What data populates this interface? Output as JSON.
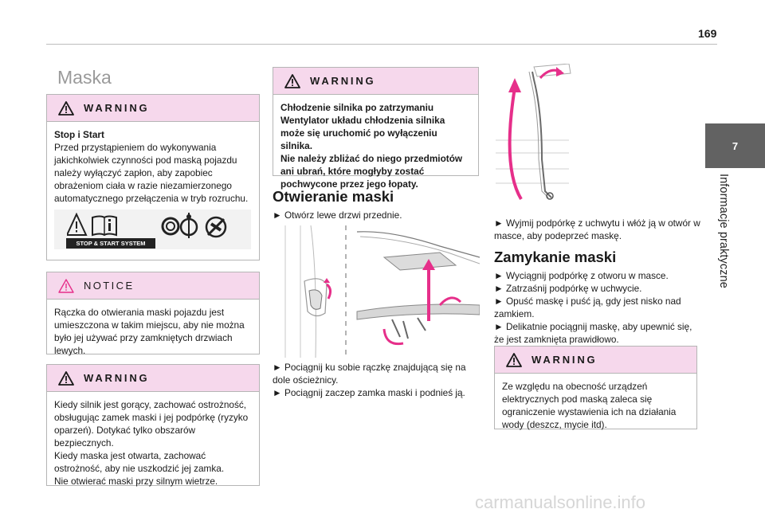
{
  "header": {
    "page_number": "169"
  },
  "side_tab": {
    "number": "7",
    "label": "Informacje praktyczne"
  },
  "section_title": "Maska",
  "warning_1": {
    "label": "WARNING",
    "title": "Stop i Start",
    "text": "Przed przystąpieniem do wykonywania jakichkolwiek czynności pod maską pojazdu należy wyłączyć zapłon, aby zapobiec obrażeniom ciała w razie niezamierzonego automatycznego przełączenia w tryb rozruchu.",
    "stop_start_label": "STOP & START SYSTEM"
  },
  "notice": {
    "label": "NOTICE",
    "text": "Rączka do otwierania maski pojazdu jest umieszczona w takim miejscu, aby nie można było jej używać przy zamkniętych drzwiach lewych."
  },
  "warning_2": {
    "label": "WARNING",
    "text": "Kiedy silnik jest gorący, zachować ostrożność, obsługując zamek maski i jej podpórkę (ryzyko oparzeń). Dotykać tylko obszarów bezpiecznych.",
    "text_2": "Kiedy maska jest otwarta, zachować ostrożność, aby nie uszkodzić jej zamka.",
    "text_3": "Nie otwierać maski przy silnym wietrze."
  },
  "warning_3": {
    "label": "WARNING",
    "text": "Chłodzenie silnika po zatrzymaniu",
    "text_2": "Wentylator układu chłodzenia silnika może się uruchomić po wyłączeniu silnika.",
    "text_3": "Nie należy zbliżać do niego przedmiotów ani ubrań, które mogłyby zostać pochwycone przez jego łopaty."
  },
  "opening": {
    "title": "Otwieranie maski",
    "step_1": "► Otwórz lewe drzwi przednie.",
    "step_2": "► Pociągnij ku sobie rączkę znajdującą się na dole ościeżnicy.",
    "step_3": "► Pociągnij zaczep zamka maski i podnieś ją.",
    "step_4": "► Wyjmij podpórkę z uchwytu i włóż ją w otwór w masce, aby podeprzeć maskę."
  },
  "closing": {
    "title": "Zamykanie maski",
    "step_1": "► Wyciągnij podpórkę z otworu w masce.",
    "step_2": "► Zatrzaśnij podpórkę w uchwycie.",
    "step_3": "► Opuść maskę i puść ją, gdy jest nisko nad zamkiem.",
    "step_4": "► Delikatnie pociągnij maskę, aby upewnić się, że jest zamknięta prawidłowo."
  },
  "warning_4": {
    "label": "WARNING",
    "text": "Ze względu na obecność urządzeń elektrycznych pod maską zaleca się ograniczenie wystawienia ich na działania wody (deszcz, mycie itd)."
  },
  "watermark": "carmanualsonline.info",
  "colors": {
    "accent_pink": "#e62f8a",
    "box_header": "#f6d8ec",
    "tab_gray": "#626262"
  }
}
